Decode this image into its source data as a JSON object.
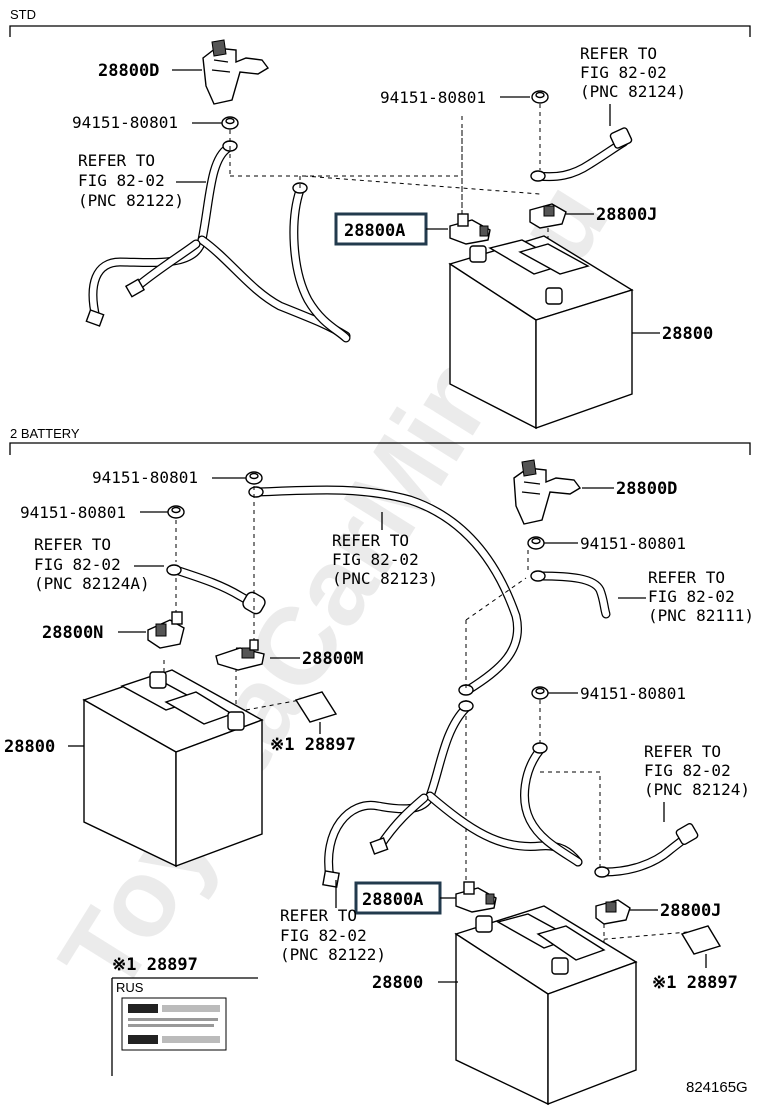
{
  "sections": {
    "std": "STD",
    "battery2": "2 BATTERY"
  },
  "labels": {
    "clamp_d_top": "28800D",
    "nut_top_left": "94151-80801",
    "nut_top_right": "94151-80801",
    "refer_top_left": [
      "REFER TO",
      "FIG 82-02",
      "(PNC 82122)"
    ],
    "refer_top_right": [
      "REFER TO",
      "FIG 82-02",
      "(PNC 82124)"
    ],
    "terminal_a_top": "28800A",
    "terminal_j_top": "28800J",
    "battery_top": "28800",
    "nut_b1": "94151-80801",
    "nut_b2": "94151-80801",
    "refer_b_left": [
      "REFER TO",
      "FIG 82-02",
      "(PNC 82124A)"
    ],
    "refer_b_mid": [
      "REFER TO",
      "FIG 82-02",
      "(PNC 82123)"
    ],
    "terminal_n": "28800N",
    "terminal_m": "28800M",
    "battery_left": "28800",
    "label_note_left": "※1 28897",
    "clamp_d_b": "28800D",
    "nut_b3": "94151-80801",
    "refer_b_right": [
      "REFER TO",
      "FIG 82-02",
      "(PNC 82111)"
    ],
    "nut_b4": "94151-80801",
    "refer_b_right2": [
      "REFER TO",
      "FIG 82-02",
      "(PNC 82124)"
    ],
    "terminal_a_b": "28800A",
    "terminal_j_b": "28800J",
    "refer_b_bottom": [
      "REFER TO",
      "FIG 82-02",
      "(PNC 82122)"
    ],
    "battery_right": "28800",
    "label_note_right": "※1 28897",
    "legend_title": "※1 28897",
    "legend_region": "RUS",
    "figure_id": "824165G"
  },
  "watermark": "ToyotaCarMine.ru"
}
